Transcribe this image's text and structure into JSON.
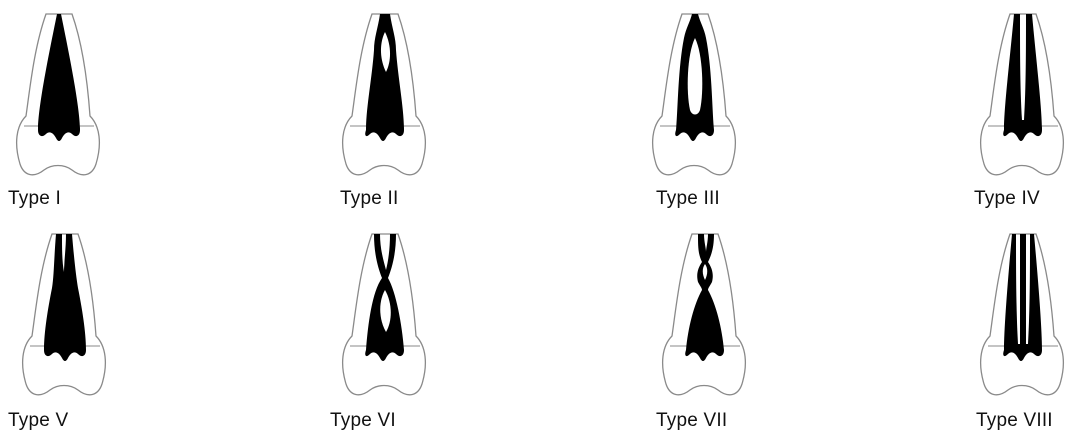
{
  "diagram": {
    "title": "",
    "panels": [
      {
        "id": "type-1",
        "label": "Type I"
      },
      {
        "id": "type-2",
        "label": "Type II"
      },
      {
        "id": "type-3",
        "label": "Type III"
      },
      {
        "id": "type-4",
        "label": "Type IV"
      },
      {
        "id": "type-5",
        "label": "Type V"
      },
      {
        "id": "type-6",
        "label": "Type VI"
      },
      {
        "id": "type-7",
        "label": "Type VII"
      },
      {
        "id": "type-8",
        "label": "Type VIII"
      }
    ]
  },
  "colors": {
    "tooth_outline": "#8a8a8a",
    "canal": "#000000",
    "background": "#ffffff"
  }
}
